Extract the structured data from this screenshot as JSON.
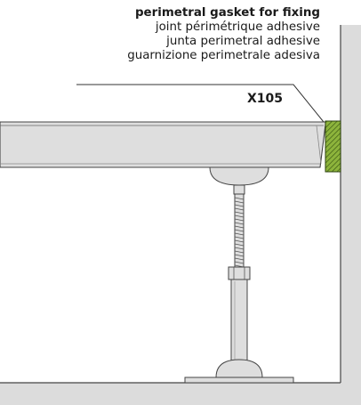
{
  "labels": {
    "title": "perimetral gasket for fixing",
    "fr": "joint périmétrique adhesive",
    "es": "junta perimetral adhesive",
    "it": "guarnizione perimetrale adesiva"
  },
  "code": "X105"
}
